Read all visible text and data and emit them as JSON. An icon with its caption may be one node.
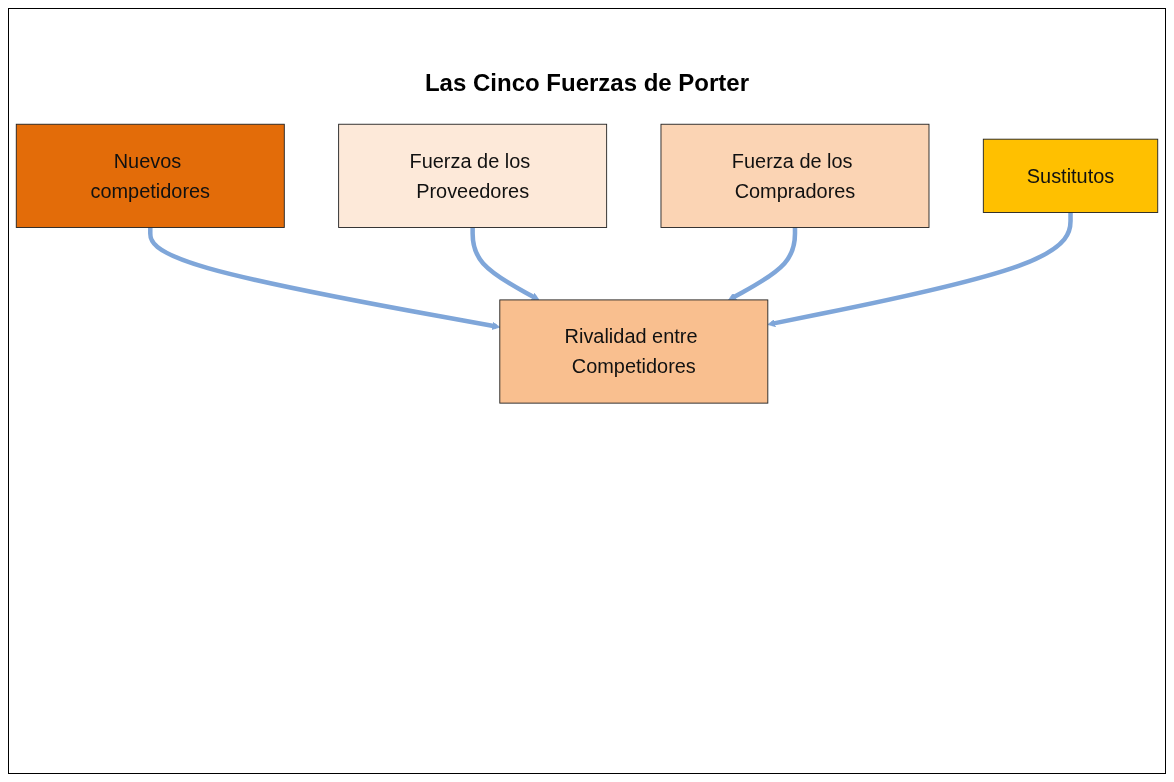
{
  "diagram": {
    "title": "Las Cinco Fuerzas de Porter",
    "nodes": [
      {
        "text": [
          "Nuevos competidores"
        ]
      },
      {
        "text": [
          "Fuerza de los Proveedores"
        ]
      },
      {
        "text": [
          "Rivalidad entre Competidores"
        ]
      },
      {
        "text": [
          "Fuerza de los Compradores"
        ]
      },
      {
        "text": [
          "Sustitutos"
        ]
      }
    ],
    "edges": [
      {
        "from": 0,
        "to": 2,
        "arrow": "to"
      },
      {
        "from": 1,
        "to": 2,
        "arrow": "to"
      },
      {
        "from": 3,
        "to": 2,
        "arrow": "to"
      },
      {
        "from": 4,
        "to": 2,
        "arrow": "to"
      }
    ]
  }
}
